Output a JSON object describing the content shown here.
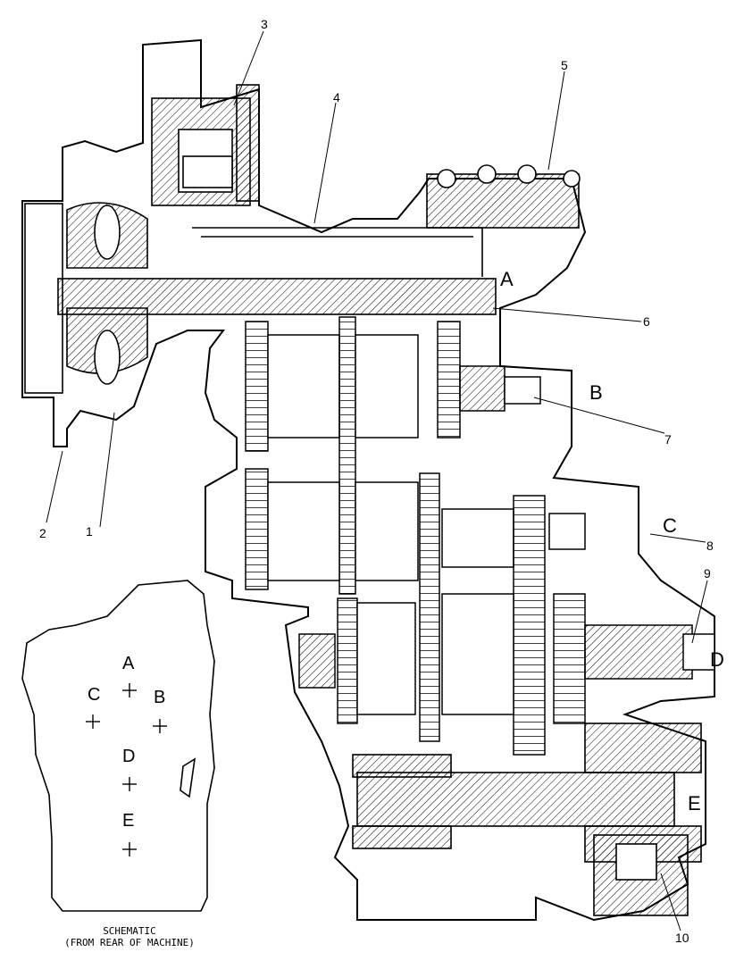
{
  "callouts": {
    "c1": "1",
    "c2": "2",
    "c3": "3",
    "c4": "4",
    "c5": "5",
    "c6": "6",
    "c7": "7",
    "c8": "8",
    "c9": "9",
    "c10": "10"
  },
  "section_letters": {
    "A": "A",
    "B": "B",
    "C": "C",
    "D": "D",
    "E": "E"
  },
  "schematic": {
    "letters": {
      "A": "A",
      "B": "B",
      "C": "C",
      "D": "D",
      "E": "E"
    },
    "caption_line1": "SCHEMATIC",
    "caption_line2": "(FROM REAR OF MACHINE)"
  },
  "colors": {
    "ink": "#000000",
    "paper": "#ffffff"
  }
}
